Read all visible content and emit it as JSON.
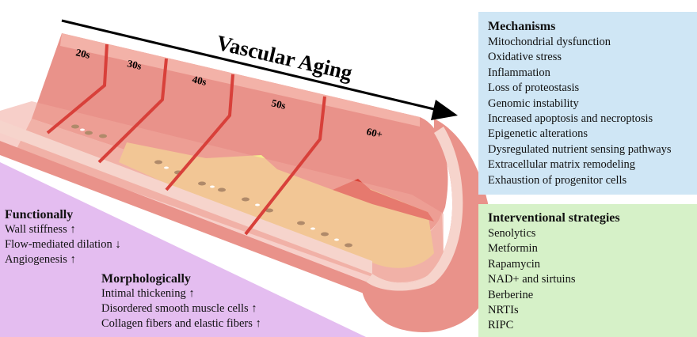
{
  "title": "Vascular Aging",
  "age_labels": [
    "20s",
    "30s",
    "40s",
    "50s",
    "60+"
  ],
  "mechanisms": {
    "heading": "Mechanisms",
    "items": [
      "Mitochondrial dysfunction",
      "Oxidative stress",
      "Inflammation",
      "Loss of proteostasis",
      "Genomic instability",
      "Increased apoptosis and necroptosis",
      "Epigenetic alterations",
      "Dysregulated nutrient sensing pathways",
      "Extracellular matrix remodeling",
      "Exhaustion of progenitor cells"
    ]
  },
  "interventions": {
    "heading": "Interventional strategies",
    "items": [
      "Senolytics",
      "Metformin",
      "Rapamycin",
      "NAD+ and sirtuins",
      "Berberine",
      "NRTIs",
      "RIPC"
    ]
  },
  "functionally": {
    "heading": "Functionally",
    "items": [
      "Wall stiffness ↑",
      "Flow-mediated dilation ↓",
      "Angiogenesis ↑"
    ]
  },
  "morphologically": {
    "heading": "Morphologically",
    "items": [
      "Intimal thickening ↑",
      "Disordered smooth muscle cells ↑",
      "Collagen fibers and elastic fibers ↑"
    ]
  },
  "colors": {
    "purple_panel": "#e4bdf0",
    "blue_panel": "#cfe6f5",
    "green_panel": "#d6f1c8",
    "vessel_wall": "#e9928a",
    "vessel_lumen": "#f2bdb3",
    "vessel_edge": "#f6d4cc",
    "segment_line": "#d8403a",
    "plaque": "#f4ec8c"
  }
}
